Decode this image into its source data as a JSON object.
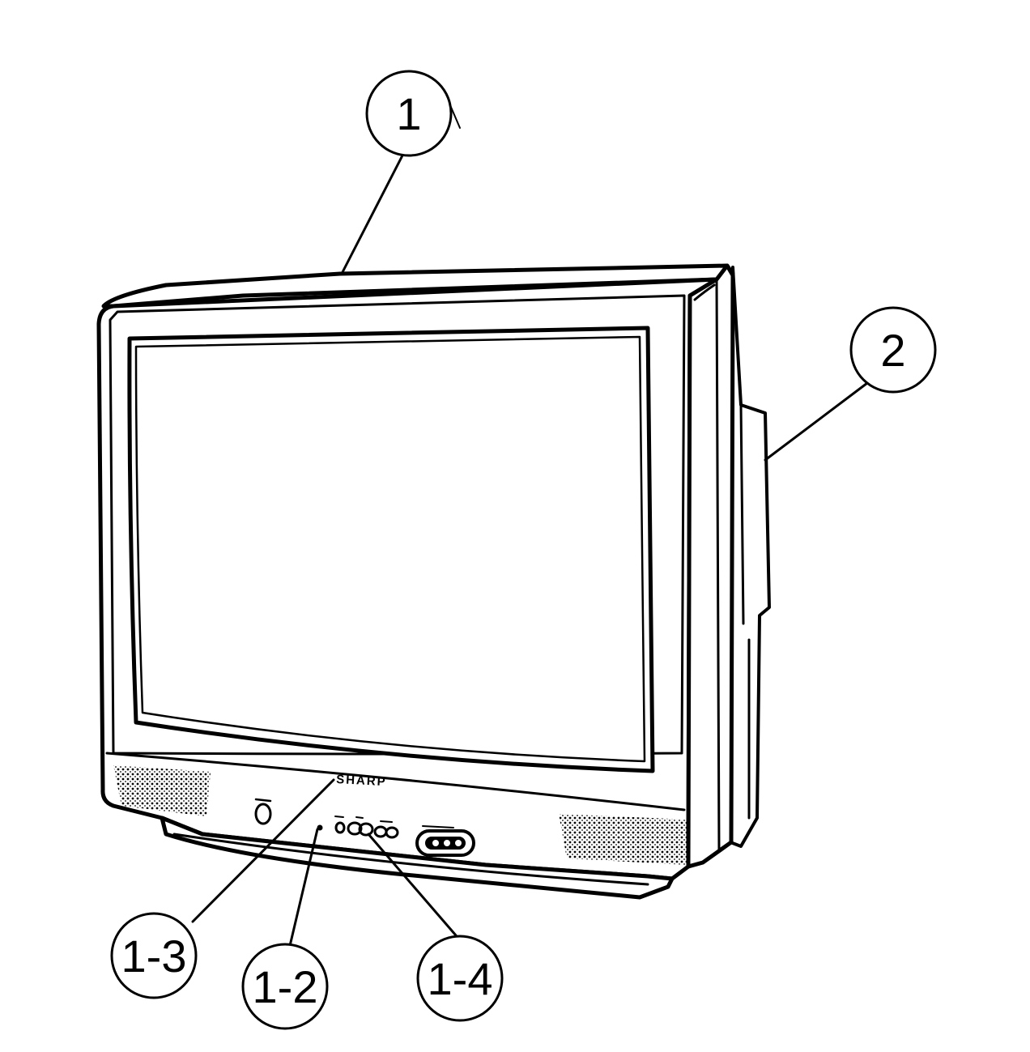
{
  "brand": "SHARP",
  "callouts": {
    "c1": "1",
    "c2": "2",
    "c1_2": "1-2",
    "c1_3": "1-3",
    "c1_4": "1-4"
  },
  "colors": {
    "ink": "#000000",
    "paper": "#ffffff"
  }
}
